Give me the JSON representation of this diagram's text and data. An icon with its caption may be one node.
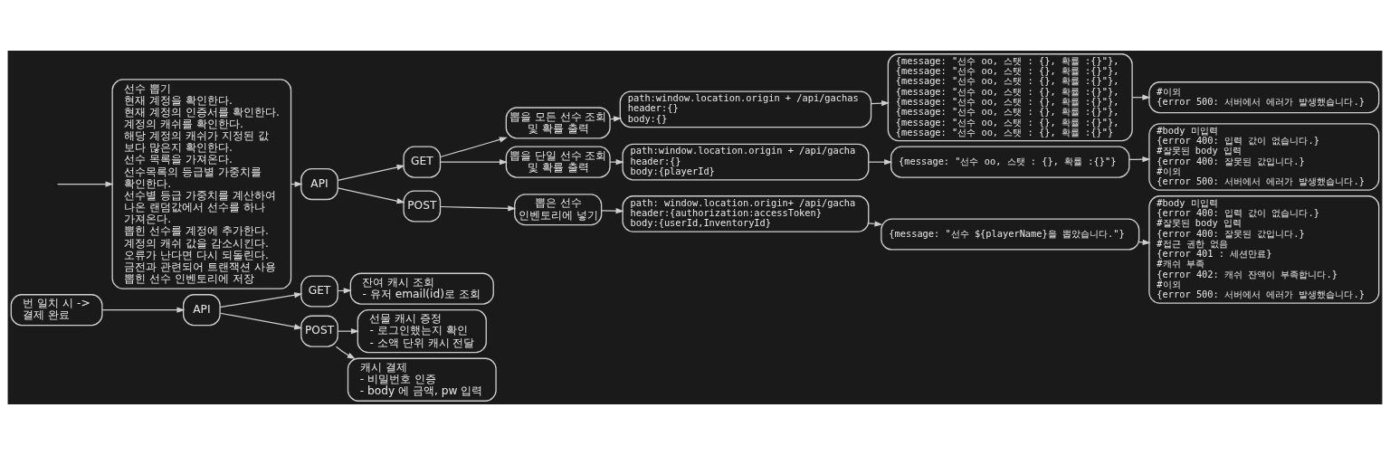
{
  "diagram": {
    "nodes": [
      {
        "text": [
          "번 일치 시 -> 결제 완료"
        ]
      },
      {
        "text": [
          "API"
        ]
      },
      {
        "text": [
          "GET"
        ]
      },
      {
        "text": [
          "POST"
        ]
      },
      {
        "text": [
          "잔여 캐시 조회",
          "- 유저 email(id)로 조회"
        ]
      },
      {
        "text": [
          "선물 캐시 증정",
          "- 로그인했는지 확인",
          "- 소액 단위 캐시 전달"
        ]
      },
      {
        "text": [
          "캐시 결제",
          "- 비밀번호 인증",
          "- body 에 금액, pw 입력"
        ]
      },
      {
        "text": [
          "선수 뽑기",
          "현재 계정을 확인한다.",
          "현재 계정의 인증서를 확인한다.",
          "계정의 캐쉬를 확인한다.",
          "해당 계정의 캐쉬가 지정된 값 보다 많은지 확인한다.",
          "선수 목록을 가져온다.",
          "선수목록의 등급별 가중치를 확인한다.",
          "선수별 등급 가중치를 계산하여 나온 랜덤값에서 선수를 하나 가져온다.",
          "뽑힌 선수를 계정에 추가한다.",
          "계정의 캐쉬 값을 감소시킨다.",
          "오류가 난다면 다시 되돌린다.",
          "금전과 관련되어 트랜잭션 사용",
          "뽑힌 선수 인벤토리에 저장"
        ]
      },
      {
        "text": [
          "API"
        ]
      },
      {
        "text": [
          "GET"
        ]
      },
      {
        "text": [
          "POST"
        ]
      },
      {
        "text": [
          "뽑을 모든 선수 조회 및 확률 출력"
        ]
      },
      {
        "text": [
          "뽑을 단일 선수 조회 및 확률 출력"
        ]
      },
      {
        "text": [
          "뽑은 선수  인벤토리에 넣기"
        ]
      },
      {
        "text": [
          "path:window.location.origin + /api/gachas",
          "header:{}",
          "body:{}"
        ]
      },
      {
        "text": [
          "path:window.location.origin + /api/gacha",
          "header:{}",
          "body:{playerId}"
        ]
      },
      {
        "text": [
          "path: window.location.origin+ /api/gacha",
          "header:{authorization:accessToken}",
          "body:{userId,InventoryId}"
        ]
      },
      {
        "text": [
          "{message: \"선수 oo, 스탯 : {}, 확률 :{}\"},",
          "{message: \"선수 oo, 스탯 : {}, 확률 :{}\"},",
          "{message: \"선수 oo, 스탯 : {}, 확률 :{}\"},",
          "{message: \"선수 oo, 스탯 : {}, 확률 :{}\"},",
          "{message: \"선수 oo, 스탯 : {}, 확률 :{}\"},",
          "{message: \"선수 oo, 스탯 : {}, 확률 :{}\"},",
          "{message: \"선수 oo, 스탯 : {}, 확률 :{}\"},",
          "{message: \"선수 oo, 스탯 : {}, 확률 :{}\"}"
        ]
      },
      {
        "text": [
          "{message: \"선수 oo, 스탯 : {}, 확률 :{}\"}"
        ]
      },
      {
        "text": [
          "{message: \"선수 ${playerName}을 뽑았습니다.\"}"
        ]
      },
      {
        "text": [
          "#이외",
          "{error 500: 서버에서 에러가 발생했습니다.}"
        ]
      },
      {
        "text": [
          "#body 미입력",
          "{error 400: 입력 값이 없습니다.}",
          "#잘못된 body 입력",
          "{error 400: 잘못된 값입니다.}",
          "#이외",
          "{error 500: 서버에서 에러가 발생했습니다.}"
        ]
      },
      {
        "text": [
          "#body 미입력",
          "{error 400: 입력 값이 없습니다.}",
          "#잘못된 body 입력",
          "{error 400: 잘못된 값입니다.}",
          "#접근 권한 없음",
          "{error 401 : 세션만료}",
          "#캐쉬 부족",
          "{error 402: 캐쉬 잔액이 부족합니다.}",
          "#이외",
          "{error 500: 서버에서 에러가 발생했습니다.}"
        ]
      }
    ],
    "edges": [
      {
        "from": 0,
        "to": 1,
        "arrow": "to"
      },
      {
        "from": 1,
        "to": 2,
        "arrow": "to"
      },
      {
        "from": 1,
        "to": 3,
        "arrow": "to"
      },
      {
        "from": 2,
        "to": 4,
        "arrow": "to"
      },
      {
        "from": 3,
        "to": 5,
        "arrow": "to"
      },
      {
        "from": 3,
        "to": 6,
        "arrow": "to"
      },
      {
        "from": null,
        "to": 7,
        "arrow": "to"
      },
      {
        "from": 7,
        "to": 8,
        "arrow": "to"
      },
      {
        "from": 8,
        "to": 9,
        "arrow": "to"
      },
      {
        "from": 8,
        "to": 10,
        "arrow": "to"
      },
      {
        "from": 9,
        "to": 11,
        "arrow": "to"
      },
      {
        "from": 9,
        "to": 12,
        "arrow": "to"
      },
      {
        "from": 10,
        "to": 13,
        "arrow": "to"
      },
      {
        "from": 11,
        "to": 14,
        "arrow": "to"
      },
      {
        "from": 12,
        "to": 15,
        "arrow": "to"
      },
      {
        "from": 13,
        "to": 16,
        "arrow": "to"
      },
      {
        "from": 14,
        "to": 17,
        "arrow": "to"
      },
      {
        "from": 15,
        "to": 18,
        "arrow": "to"
      },
      {
        "from": 16,
        "to": 19,
        "arrow": "to"
      },
      {
        "from": 17,
        "to": 20,
        "arrow": "to"
      },
      {
        "from": 18,
        "to": 21,
        "arrow": "to"
      },
      {
        "from": 19,
        "to": 22,
        "arrow": "to"
      }
    ]
  }
}
